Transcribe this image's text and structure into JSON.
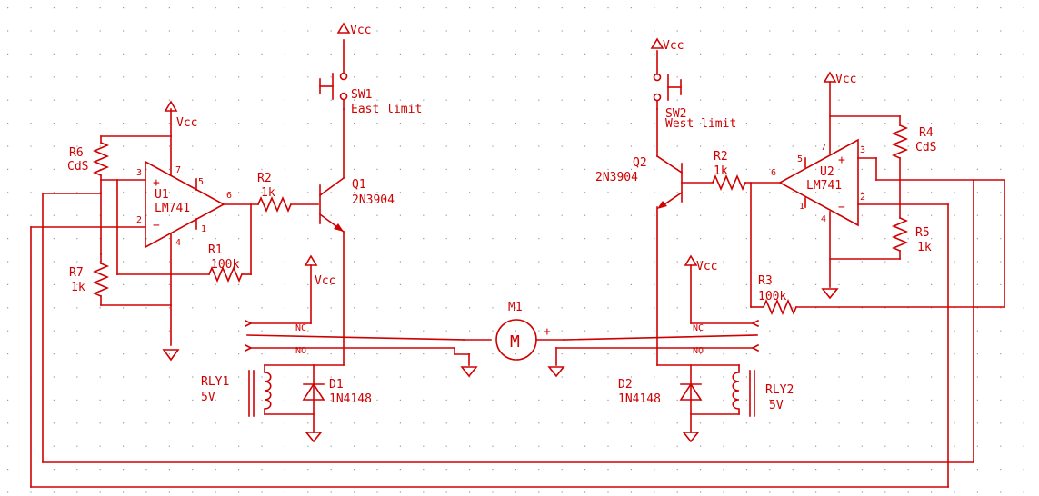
{
  "colors": {
    "ink": "#d00000",
    "grid": "#9a9a9a",
    "background": "#ffffff"
  },
  "supply_label": "Vcc",
  "opamp_plus": "+",
  "opamp_minus": "−",
  "u1": {
    "ref": "U1",
    "part": "LM741",
    "pin_in_plus": "3",
    "pin_in_minus": "2",
    "pin_vpos": "7",
    "pin_offset": "5",
    "pin_vneg": "4",
    "pin_out": "6",
    "pin_nc": "1"
  },
  "u2": {
    "ref": "U2",
    "part": "LM741",
    "pin_in_plus": "3",
    "pin_in_minus": "2",
    "pin_vpos": "7",
    "pin_offset": "5",
    "pin_vneg": "4",
    "pin_out": "6",
    "pin_nc": "1"
  },
  "r6": {
    "ref": "R6",
    "value": "CdS"
  },
  "r7": {
    "ref": "R7",
    "value": "1k"
  },
  "r1": {
    "ref": "R1",
    "value": "100k"
  },
  "r2_left": {
    "ref": "R2",
    "value": "1k"
  },
  "r2_right": {
    "ref": "R2",
    "value": "1k"
  },
  "r3": {
    "ref": "R3",
    "value": "100k"
  },
  "r4": {
    "ref": "R4",
    "value": "CdS"
  },
  "r5": {
    "ref": "R5",
    "value": "1k"
  },
  "q1": {
    "ref": "Q1",
    "part": "2N3904"
  },
  "q2": {
    "ref": "Q2",
    "part": "2N3904"
  },
  "sw1": {
    "ref": "SW1",
    "desc": "East limit"
  },
  "sw2": {
    "ref": "SW2",
    "desc": "West limit"
  },
  "rly1": {
    "ref": "RLY1",
    "value": "5V"
  },
  "rly2": {
    "ref": "RLY2",
    "value": "5V"
  },
  "d1": {
    "ref": "D1",
    "part": "1N4148"
  },
  "d2": {
    "ref": "D2",
    "part": "1N4148"
  },
  "m1": {
    "ref": "M1",
    "symbol": "M",
    "plus": "+"
  },
  "contacts": {
    "nc": "NC",
    "no": "NO"
  }
}
